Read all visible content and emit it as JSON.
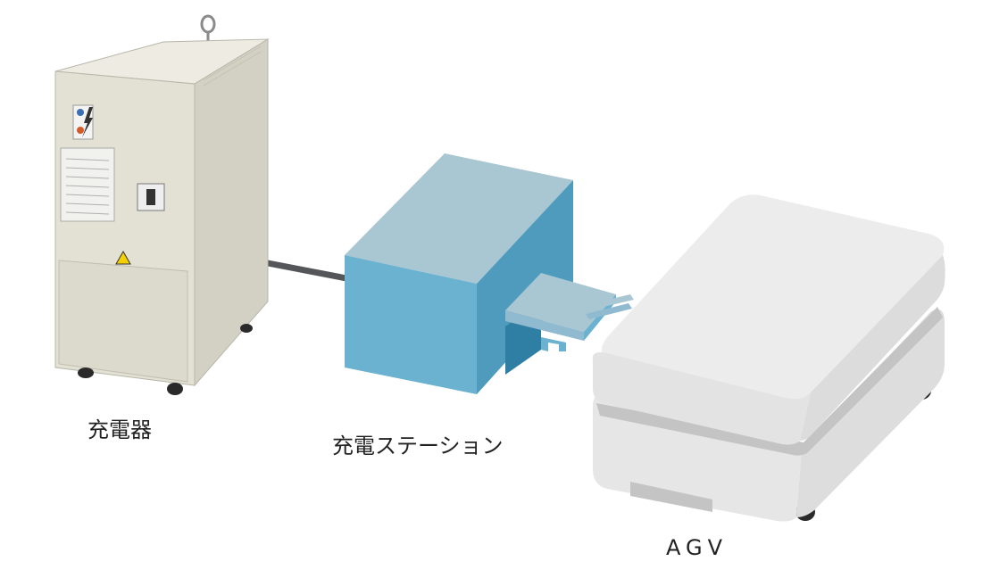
{
  "labels": {
    "charger": "充電器",
    "station": "充電ステーション",
    "agv": "AGV"
  },
  "colors": {
    "cabinet_front": "#e3e1d4",
    "cabinet_side": "#d3d1c3",
    "station_front": "#6ab2cf",
    "station_top": "#a9c6d3",
    "station_side": "#4f9bbd",
    "agv_body": "#e6e6e6",
    "cable": "#55565a"
  }
}
